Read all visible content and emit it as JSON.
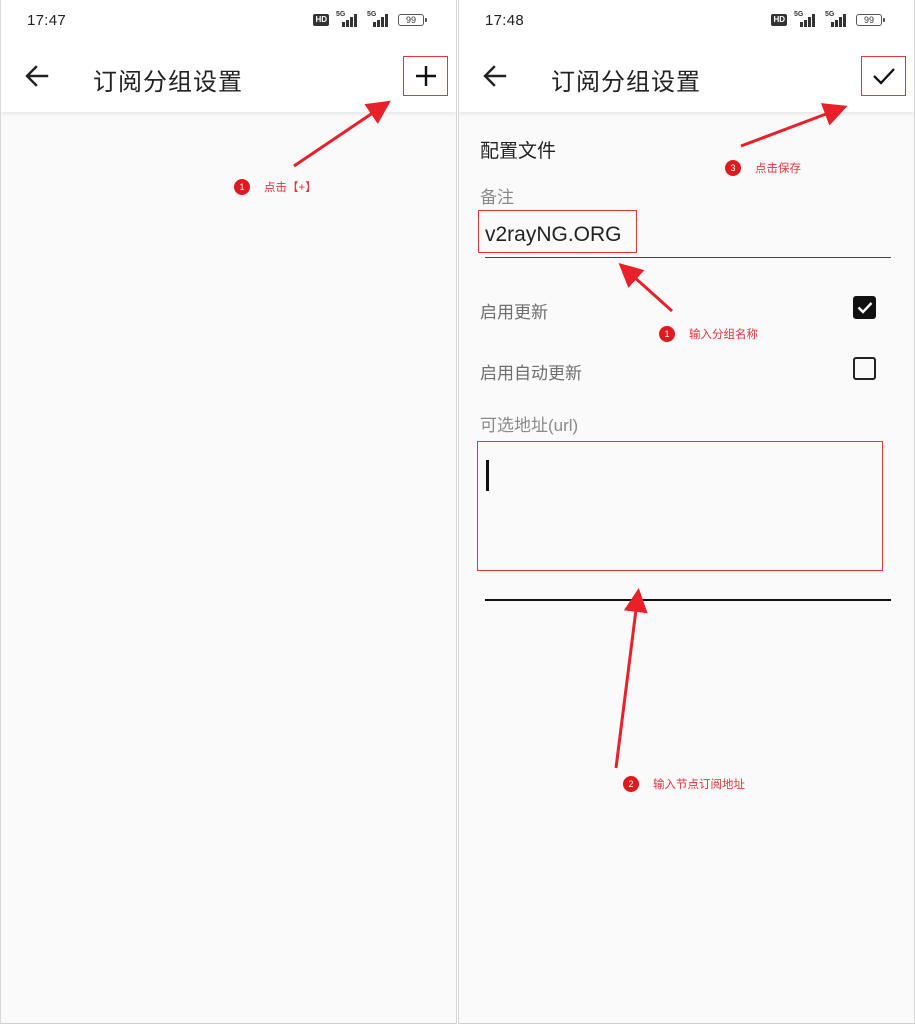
{
  "colors": {
    "annotation_red": "#e8323c",
    "background": "#fafafa",
    "app_bar": "#ffffff",
    "text_primary": "#222222",
    "text_secondary": "#8a8a8a"
  },
  "left_screen": {
    "status_bar": {
      "time": "17:47",
      "hd_label": "HD",
      "network_1": "5G",
      "network_2": "5G",
      "battery": "99"
    },
    "app_bar": {
      "back_icon": "arrow-left-icon",
      "title": "订阅分组设置",
      "action_icon": "plus-icon",
      "action_glyph": "+"
    },
    "annotations": [
      {
        "number": "1",
        "text": "点击【+】"
      }
    ]
  },
  "right_screen": {
    "status_bar": {
      "time": "17:48",
      "hd_label": "HD",
      "network_1": "5G",
      "network_2": "5G",
      "battery": "99"
    },
    "app_bar": {
      "back_icon": "arrow-left-icon",
      "title": "订阅分组设置",
      "action_icon": "check-icon"
    },
    "form": {
      "section_title": "配置文件",
      "remark_label": "备注",
      "remark_value": "v2rayNG.ORG",
      "enable_update_label": "启用更新",
      "enable_update_checked": true,
      "enable_auto_update_label": "启用自动更新",
      "enable_auto_update_checked": false,
      "url_label": "可选地址(url)",
      "url_value": ""
    },
    "annotations": [
      {
        "number": "1",
        "text": "输入分组名称"
      },
      {
        "number": "2",
        "text": "输入节点订阅地址"
      },
      {
        "number": "3",
        "text": "点击保存"
      }
    ]
  }
}
